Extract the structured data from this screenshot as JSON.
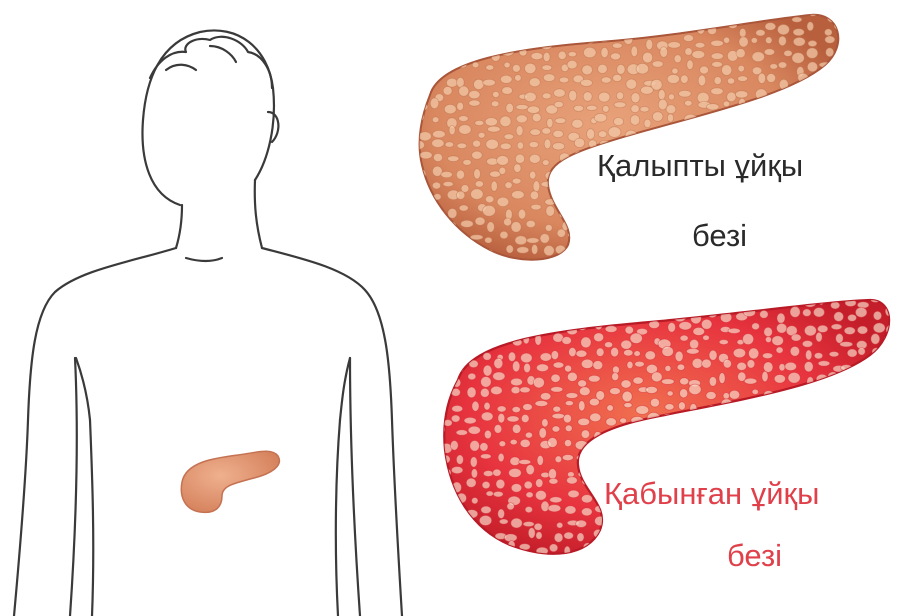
{
  "labels": {
    "normal": {
      "line1": "Қалыпты ұйқы",
      "line2": "безі"
    },
    "inflamed": {
      "line1": "Қабынған ұйқы",
      "line2": "безі"
    }
  },
  "colors": {
    "background": "#ffffff",
    "outline": "#3a3a3a",
    "normal_text": "#2a2a2a",
    "inflamed_text": "#e0404a",
    "normal_fill": "#d9875f",
    "normal_edge": "#b85f3d",
    "normal_lobule": "#f2c7a6",
    "inflamed_fill": "#e8343f",
    "inflamed_edge": "#c41e2a",
    "inflamed_lobule": "#f7d7c6",
    "small_organ": "#e0936f"
  },
  "icons": {
    "body": "human-torso-outline",
    "normal_organ": "normal-pancreas",
    "inflamed_organ": "inflamed-pancreas",
    "small_organ": "pancreas-in-body"
  }
}
